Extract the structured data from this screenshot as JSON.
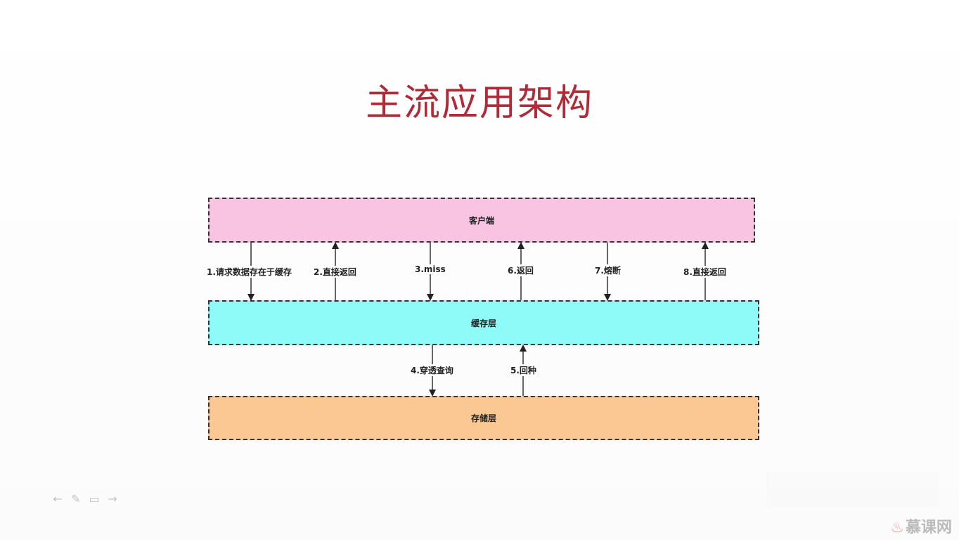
{
  "title": "主流应用架构",
  "layers": {
    "client": "客户端",
    "cache": "缓存层",
    "storage": "存储层"
  },
  "arrows": {
    "a1": "1.请求数据存在于缓存",
    "a2": "2.直接返回",
    "a3": "3.miss",
    "a6": "6.返回",
    "a7": "7.熔断",
    "a8": "8.直接返回",
    "a4": "4.穿透查询",
    "a5": "5.回种"
  },
  "toolbar": {
    "prev": "←",
    "pen": "✎",
    "slide": "▭",
    "next": "→"
  },
  "watermark": "慕课网",
  "colors": {
    "title": "#b02a37",
    "client": "#f9c3e2",
    "cache": "#8ffbf9",
    "storage": "#fbc894"
  }
}
